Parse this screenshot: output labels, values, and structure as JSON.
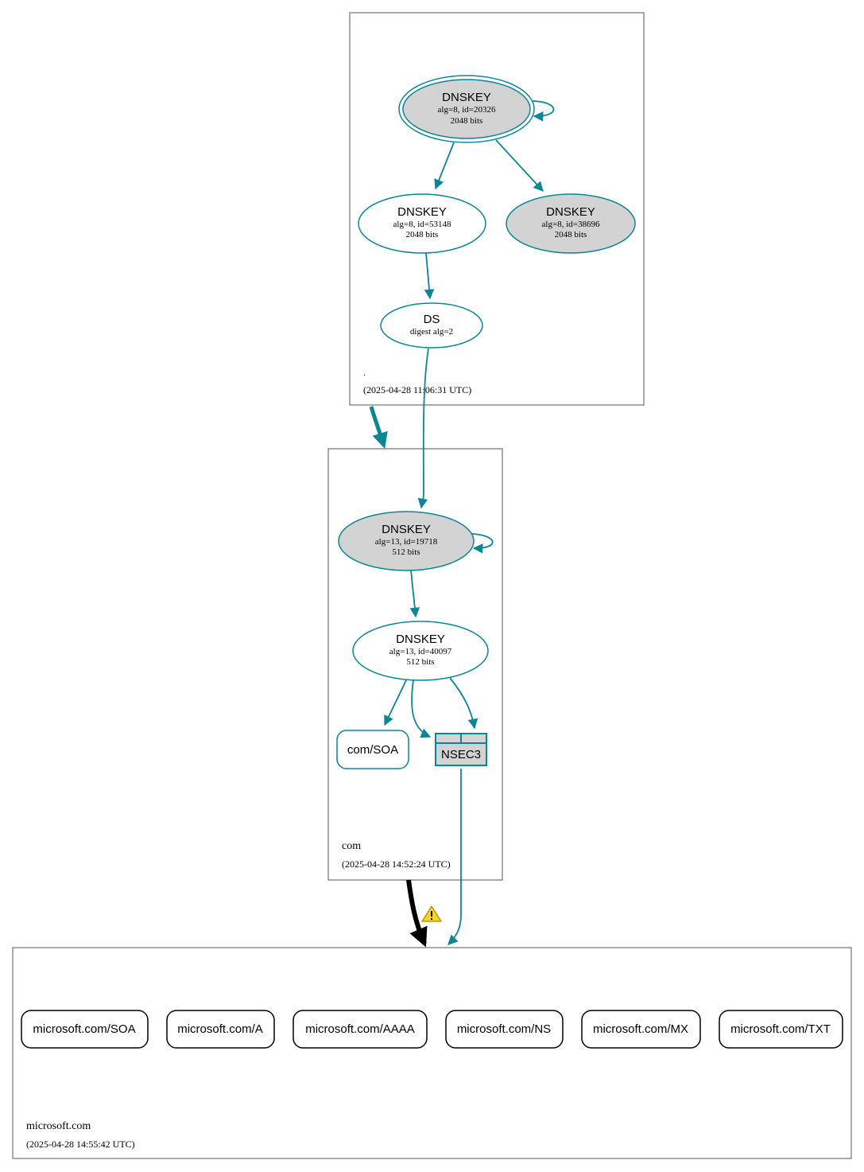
{
  "colors": {
    "edge": "#0a8696",
    "fill_grey": "#d3d3d3",
    "cluster_border": "#555555",
    "delegation_unsecure": "#000000",
    "warning": "#f5d327"
  },
  "zones": {
    "root": {
      "name": ".",
      "timestamp": "(2025-04-28 11:06:31 UTC)"
    },
    "com": {
      "name": "com",
      "timestamp": "(2025-04-28 14:52:24 UTC)"
    },
    "microsoft": {
      "name": "microsoft.com",
      "timestamp": "(2025-04-28 14:55:42 UTC)"
    }
  },
  "nodes": {
    "root_ksk": {
      "title": "DNSKEY",
      "line1": "alg=8, id=20326",
      "line2": "2048 bits"
    },
    "root_zsk": {
      "title": "DNSKEY",
      "line1": "alg=8, id=53148",
      "line2": "2048 bits"
    },
    "root_key3": {
      "title": "DNSKEY",
      "line1": "alg=8, id=38696",
      "line2": "2048 bits"
    },
    "com_ds": {
      "title": "DS",
      "line1": "digest alg=2"
    },
    "com_ksk": {
      "title": "DNSKEY",
      "line1": "alg=13, id=19718",
      "line2": "512 bits"
    },
    "com_zsk": {
      "title": "DNSKEY",
      "line1": "alg=13, id=40097",
      "line2": "512 bits"
    },
    "com_soa": {
      "label": "com/SOA"
    },
    "com_nsec3": {
      "label": "NSEC3"
    }
  },
  "records": [
    {
      "label": "microsoft.com/SOA"
    },
    {
      "label": "microsoft.com/A"
    },
    {
      "label": "microsoft.com/AAAA"
    },
    {
      "label": "microsoft.com/NS"
    },
    {
      "label": "microsoft.com/MX"
    },
    {
      "label": "microsoft.com/TXT"
    }
  ],
  "icons": {
    "warning": "warning-icon"
  }
}
